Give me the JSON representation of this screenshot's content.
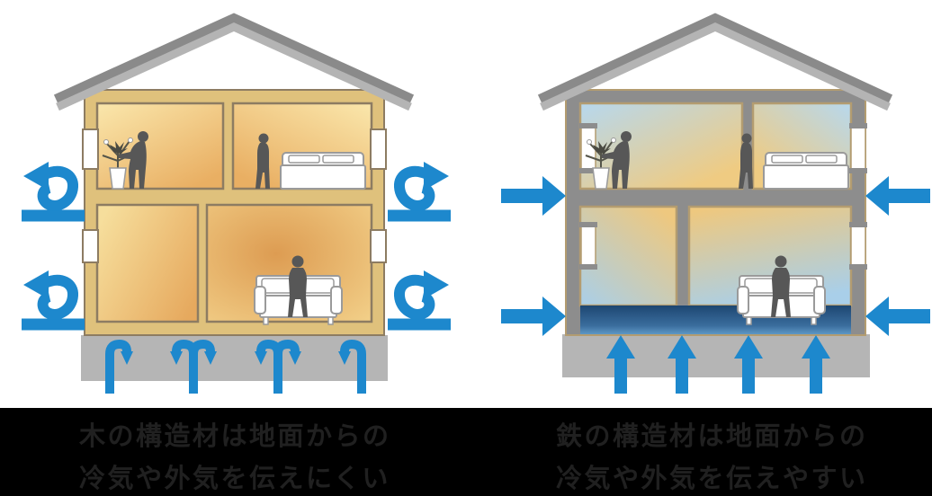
{
  "illustration": {
    "wood_house": {
      "caption_line1": "木の構造材は地面からの",
      "caption_line2": "冷気や外気を伝えにくい",
      "arrow_meaning": "deflect"
    },
    "steel_house": {
      "caption_line1": "鉄の構造材は地面からの",
      "caption_line2": "冷気や外気を伝えやすい",
      "arrow_meaning": "penetrate"
    }
  },
  "colors": {
    "arrow-blue": "#1d88cd",
    "wood-wall": "#dfc17c",
    "wood-border": "#8d7c62",
    "steel-frame": "#8d8d8d",
    "steel-outline": "#b39c70",
    "foundation-gray": "#b5b5b5",
    "roof-dark": "#8a8a8a",
    "roof-light": "#b4b4b4",
    "warm-light": "#fae7ac",
    "warm-deep": "#dd9c52",
    "cool-light": "#b7d8ee",
    "cold-floor-dark": "#1d4671",
    "cold-floor-light": "#5e97c4",
    "silhouette": "#575757",
    "caption-bg": "#000000",
    "caption-text": "#202020"
  }
}
